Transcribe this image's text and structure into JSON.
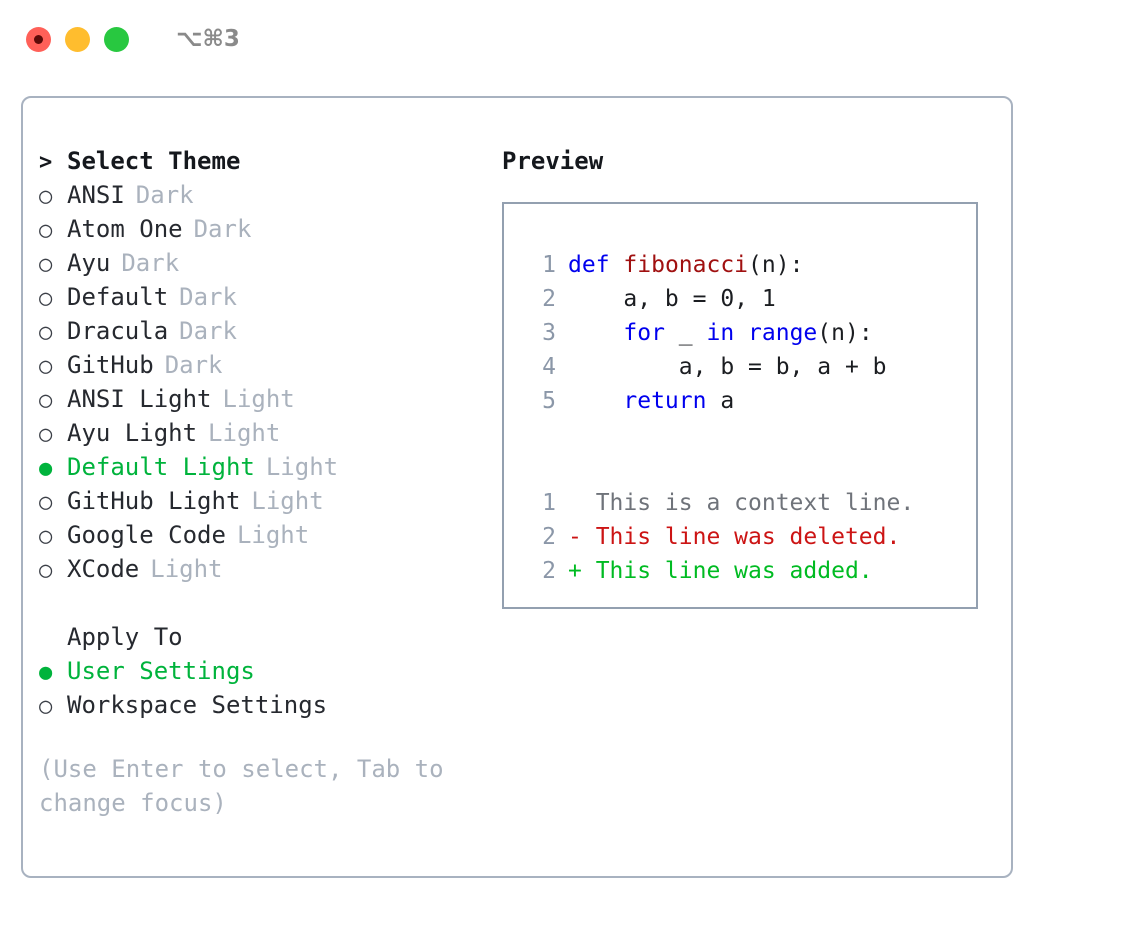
{
  "window": {
    "shortcut": "⌥⌘3",
    "traffic_lights": [
      {
        "name": "close-button",
        "color": "#ff6058",
        "recording": true
      },
      {
        "name": "minimize-button",
        "color": "#ffbd2e",
        "recording": false
      },
      {
        "name": "maximize-button",
        "color": "#28c840",
        "recording": false
      }
    ]
  },
  "colors": {
    "selected_green": "#00b33c",
    "tag_gray": "#aab2bd",
    "border": "#a8b2c0",
    "preview_border": "#93a0b0",
    "keyword_blue": "#0000ee",
    "function_red": "#a01010",
    "diff_add": "#00bb22",
    "diff_del": "#cc1414",
    "diff_ctx": "#6f737a",
    "line_number": "#8b97a8"
  },
  "theme_list": {
    "heading": {
      "marker": ">",
      "label": "Select Theme"
    },
    "items": [
      {
        "marker": "○",
        "label": "ANSI",
        "tag": "Dark",
        "selected": false
      },
      {
        "marker": "○",
        "label": "Atom One",
        "tag": "Dark",
        "selected": false
      },
      {
        "marker": "○",
        "label": "Ayu",
        "tag": "Dark",
        "selected": false
      },
      {
        "marker": "○",
        "label": "Default",
        "tag": "Dark",
        "selected": false
      },
      {
        "marker": "○",
        "label": "Dracula",
        "tag": "Dark",
        "selected": false
      },
      {
        "marker": "○",
        "label": "GitHub",
        "tag": "Dark",
        "selected": false
      },
      {
        "marker": "○",
        "label": "ANSI Light",
        "tag": "Light",
        "selected": false
      },
      {
        "marker": "○",
        "label": "Ayu Light",
        "tag": "Light",
        "selected": false
      },
      {
        "marker": "●",
        "label": "Default Light",
        "tag": "Light",
        "selected": true
      },
      {
        "marker": "○",
        "label": "GitHub Light",
        "tag": "Light",
        "selected": false
      },
      {
        "marker": "○",
        "label": "Google Code",
        "tag": "Light",
        "selected": false
      },
      {
        "marker": "○",
        "label": "XCode",
        "tag": "Light",
        "selected": false
      }
    ]
  },
  "apply_to": {
    "heading": "Apply To",
    "items": [
      {
        "marker": "●",
        "label": "User Settings",
        "selected": true
      },
      {
        "marker": "○",
        "label": "Workspace Settings",
        "selected": false
      }
    ]
  },
  "hint": "(Use Enter to select, Tab to change focus)",
  "preview": {
    "title": "Preview",
    "code_lines": [
      {
        "num": "1",
        "indent": "",
        "tokens": [
          {
            "t": "def",
            "c": "kw"
          },
          {
            "t": " ",
            "c": "ctext"
          },
          {
            "t": "fibonacci",
            "c": "fn"
          },
          {
            "t": "(n):",
            "c": "punct"
          }
        ]
      },
      {
        "num": "2",
        "indent": "    ",
        "tokens": [
          {
            "t": "a, b = 0, 1",
            "c": "ctext"
          }
        ]
      },
      {
        "num": "3",
        "indent": "    ",
        "tokens": [
          {
            "t": "for",
            "c": "kw"
          },
          {
            "t": " _ ",
            "c": "ctext"
          },
          {
            "t": "in",
            "c": "kw"
          },
          {
            "t": " ",
            "c": "ctext"
          },
          {
            "t": "range",
            "c": "kw"
          },
          {
            "t": "(n):",
            "c": "punct"
          }
        ]
      },
      {
        "num": "4",
        "indent": "        ",
        "tokens": [
          {
            "t": "a, b = b, a + b",
            "c": "ctext"
          }
        ]
      },
      {
        "num": "5",
        "indent": "    ",
        "tokens": [
          {
            "t": "return",
            "c": "kw"
          },
          {
            "t": " a",
            "c": "ctext"
          }
        ]
      }
    ],
    "diff_lines": [
      {
        "num": "1",
        "sign": " ",
        "text": "This is a context line.",
        "kind": "ctx"
      },
      {
        "num": "2",
        "sign": "-",
        "text": "This line was deleted.",
        "kind": "del"
      },
      {
        "num": "2",
        "sign": "+",
        "text": "This line was added.",
        "kind": "add"
      }
    ]
  }
}
